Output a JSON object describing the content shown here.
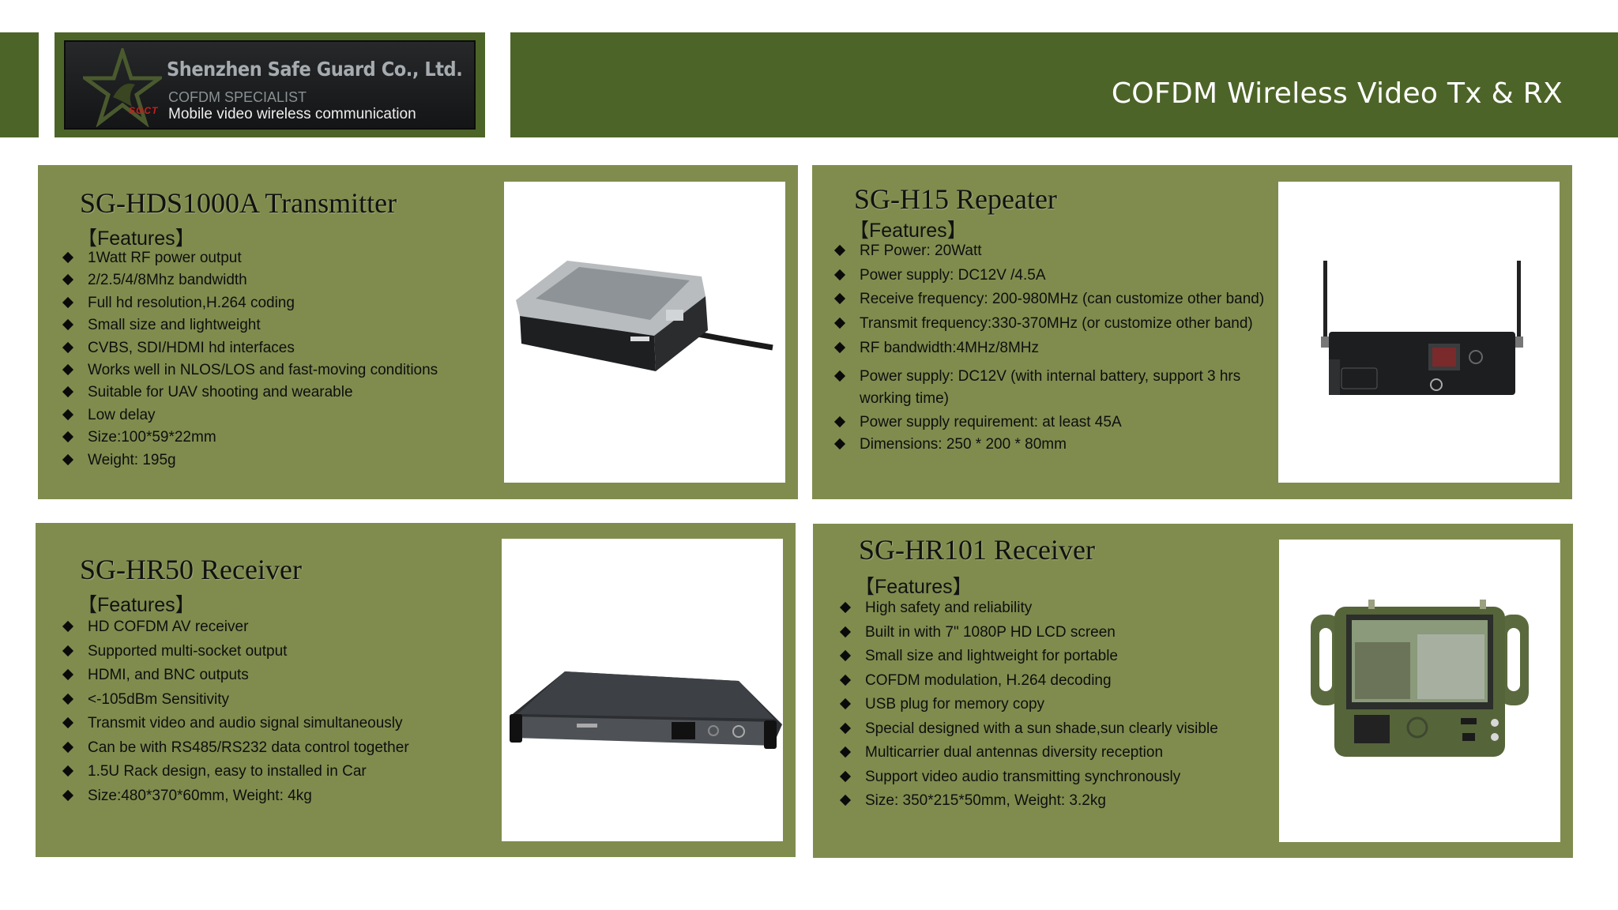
{
  "header": {
    "company_name": "Shenzhen Safe Guard Co., Ltd.",
    "company_subtitle": "COFDM SPECIALIST",
    "company_tagline": "Mobile video wireless communication",
    "logo_abbr": "SGCT",
    "page_title": "COFDM Wireless Video Tx & RX"
  },
  "colors": {
    "header_green": "#4d6428",
    "panel_green": "#7f8c4e"
  },
  "products": [
    {
      "title": "SG-HDS1000A Transmitter",
      "features_heading": "【Features】",
      "features": [
        "1Watt RF power output",
        "2/2.5/4/8Mhz bandwidth",
        "Full hd resolution,H.264 coding",
        "Small size and lightweight",
        "CVBS, SDI/HDMI hd interfaces",
        "Works well in NLOS/LOS and fast-moving conditions",
        "Suitable for UAV shooting and wearable",
        "Low delay",
        "Size:100*59*22mm",
        "Weight: 195g"
      ],
      "image": "compact-transmitter-photo"
    },
    {
      "title": "SG-H15 Repeater",
      "features_heading": "【Features】",
      "features": [
        "RF Power: 20Watt",
        "Power supply: DC12V /4.5A",
        "Receive frequency: 200-980MHz (can customize other band)",
        "Transmit frequency:330-370MHz (or customize other band)",
        "RF bandwidth:4MHz/8MHz",
        "Power supply: DC12V (with internal battery, support 3 hrs working time)",
        "Power supply requirement: at least 45A",
        "Dimensions: 250 * 200 * 80mm"
      ],
      "image": "repeater-with-antennas-photo"
    },
    {
      "title": "SG-HR50 Receiver",
      "features_heading": "【Features】",
      "features": [
        "HD COFDM AV receiver",
        "Supported multi-socket output",
        "HDMI, and BNC outputs",
        "<-105dBm Sensitivity",
        "Transmit video and audio signal simultaneously",
        "Can be with RS485/RS232 data control together",
        "1.5U Rack design, easy to installed in Car",
        "Size:480*370*60mm, Weight: 4kg"
      ],
      "image": "rack-receiver-photo"
    },
    {
      "title": "SG-HR101 Receiver",
      "features_heading": "【Features】",
      "features": [
        "High safety and reliability",
        "Built in with 7\" 1080P HD LCD screen",
        "Small size and lightweight for portable",
        "COFDM modulation, H.264 decoding",
        "USB plug for memory copy",
        "Special designed with a sun shade,sun clearly visible",
        "Multicarrier dual antennas diversity reception",
        "Support video audio transmitting synchronously",
        "Size: 350*215*50mm, Weight: 3.2kg"
      ],
      "image": "portable-receiver-with-screen-photo"
    }
  ]
}
